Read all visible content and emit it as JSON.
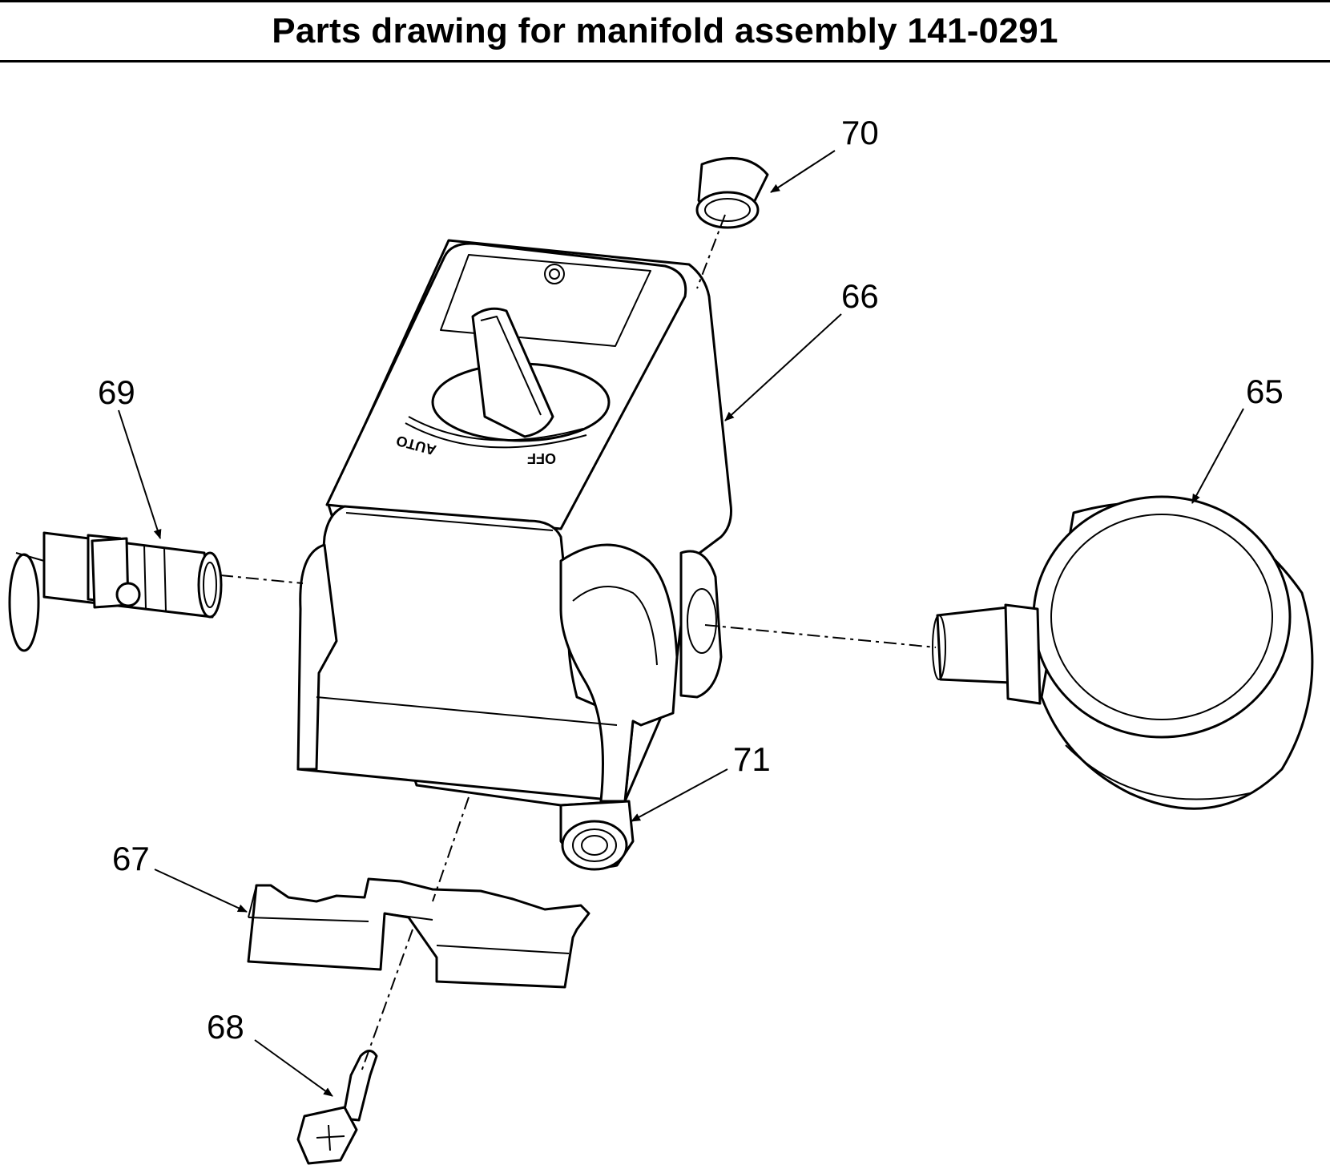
{
  "title": "Parts drawing for manifold assembly 141-0291",
  "callouts": {
    "c65": "65",
    "c66": "66",
    "c67": "67",
    "c68": "68",
    "c69": "69",
    "c70": "70",
    "c71": "71"
  },
  "dial_labels": {
    "left": "AUTO",
    "right": "OFF"
  }
}
